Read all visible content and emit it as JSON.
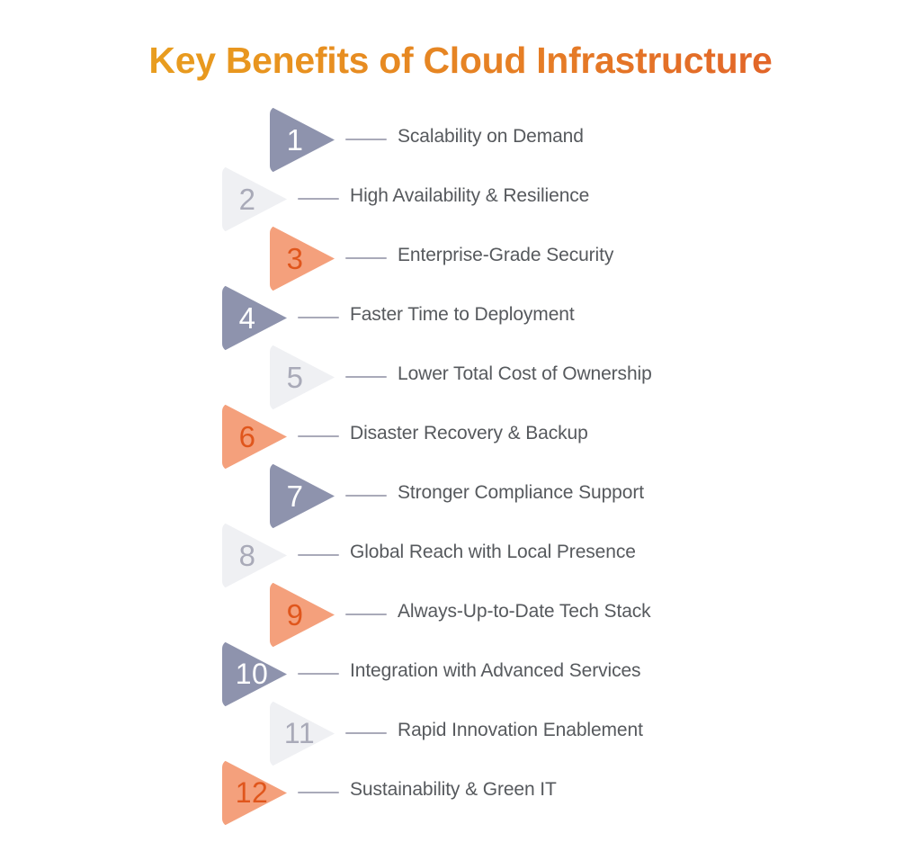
{
  "title": "Key Benefits of Cloud Infrastructure",
  "colors": {
    "title_gradient_start": "#e9a81f",
    "title_gradient_end": "#e0562a",
    "triangle_slate": "#8e93ad",
    "triangle_light": "#eff0f3",
    "triangle_salmon": "#f4a07c",
    "number_on_slate": "#ffffff",
    "number_on_light": "#a9aab8",
    "number_on_salmon": "#e0561c",
    "connector_line": "#a9aab9",
    "label_text": "#56595d",
    "card_background": "#ffffff"
  },
  "items": [
    {
      "number": "1",
      "label": "Scalability on Demand",
      "variant": "slate",
      "indent": "right"
    },
    {
      "number": "2",
      "label": "High Availability & Resilience",
      "variant": "light",
      "indent": "left"
    },
    {
      "number": "3",
      "label": "Enterprise-Grade Security",
      "variant": "salmon",
      "indent": "right"
    },
    {
      "number": "4",
      "label": "Faster Time to Deployment",
      "variant": "slate",
      "indent": "left"
    },
    {
      "number": "5",
      "label": "Lower Total Cost of Ownership",
      "variant": "light",
      "indent": "right"
    },
    {
      "number": "6",
      "label": "Disaster Recovery & Backup",
      "variant": "salmon",
      "indent": "left"
    },
    {
      "number": "7",
      "label": "Stronger Compliance Support",
      "variant": "slate",
      "indent": "right"
    },
    {
      "number": "8",
      "label": "Global Reach with Local Presence",
      "variant": "light",
      "indent": "left"
    },
    {
      "number": "9",
      "label": "Always-Up-to-Date Tech Stack",
      "variant": "salmon",
      "indent": "right"
    },
    {
      "number": "10",
      "label": "Integration with Advanced Services",
      "variant": "slate",
      "indent": "left"
    },
    {
      "number": "11",
      "label": "Rapid Innovation Enablement",
      "variant": "light",
      "indent": "right"
    },
    {
      "number": "12",
      "label": "Sustainability & Green IT",
      "variant": "salmon",
      "indent": "left"
    }
  ]
}
